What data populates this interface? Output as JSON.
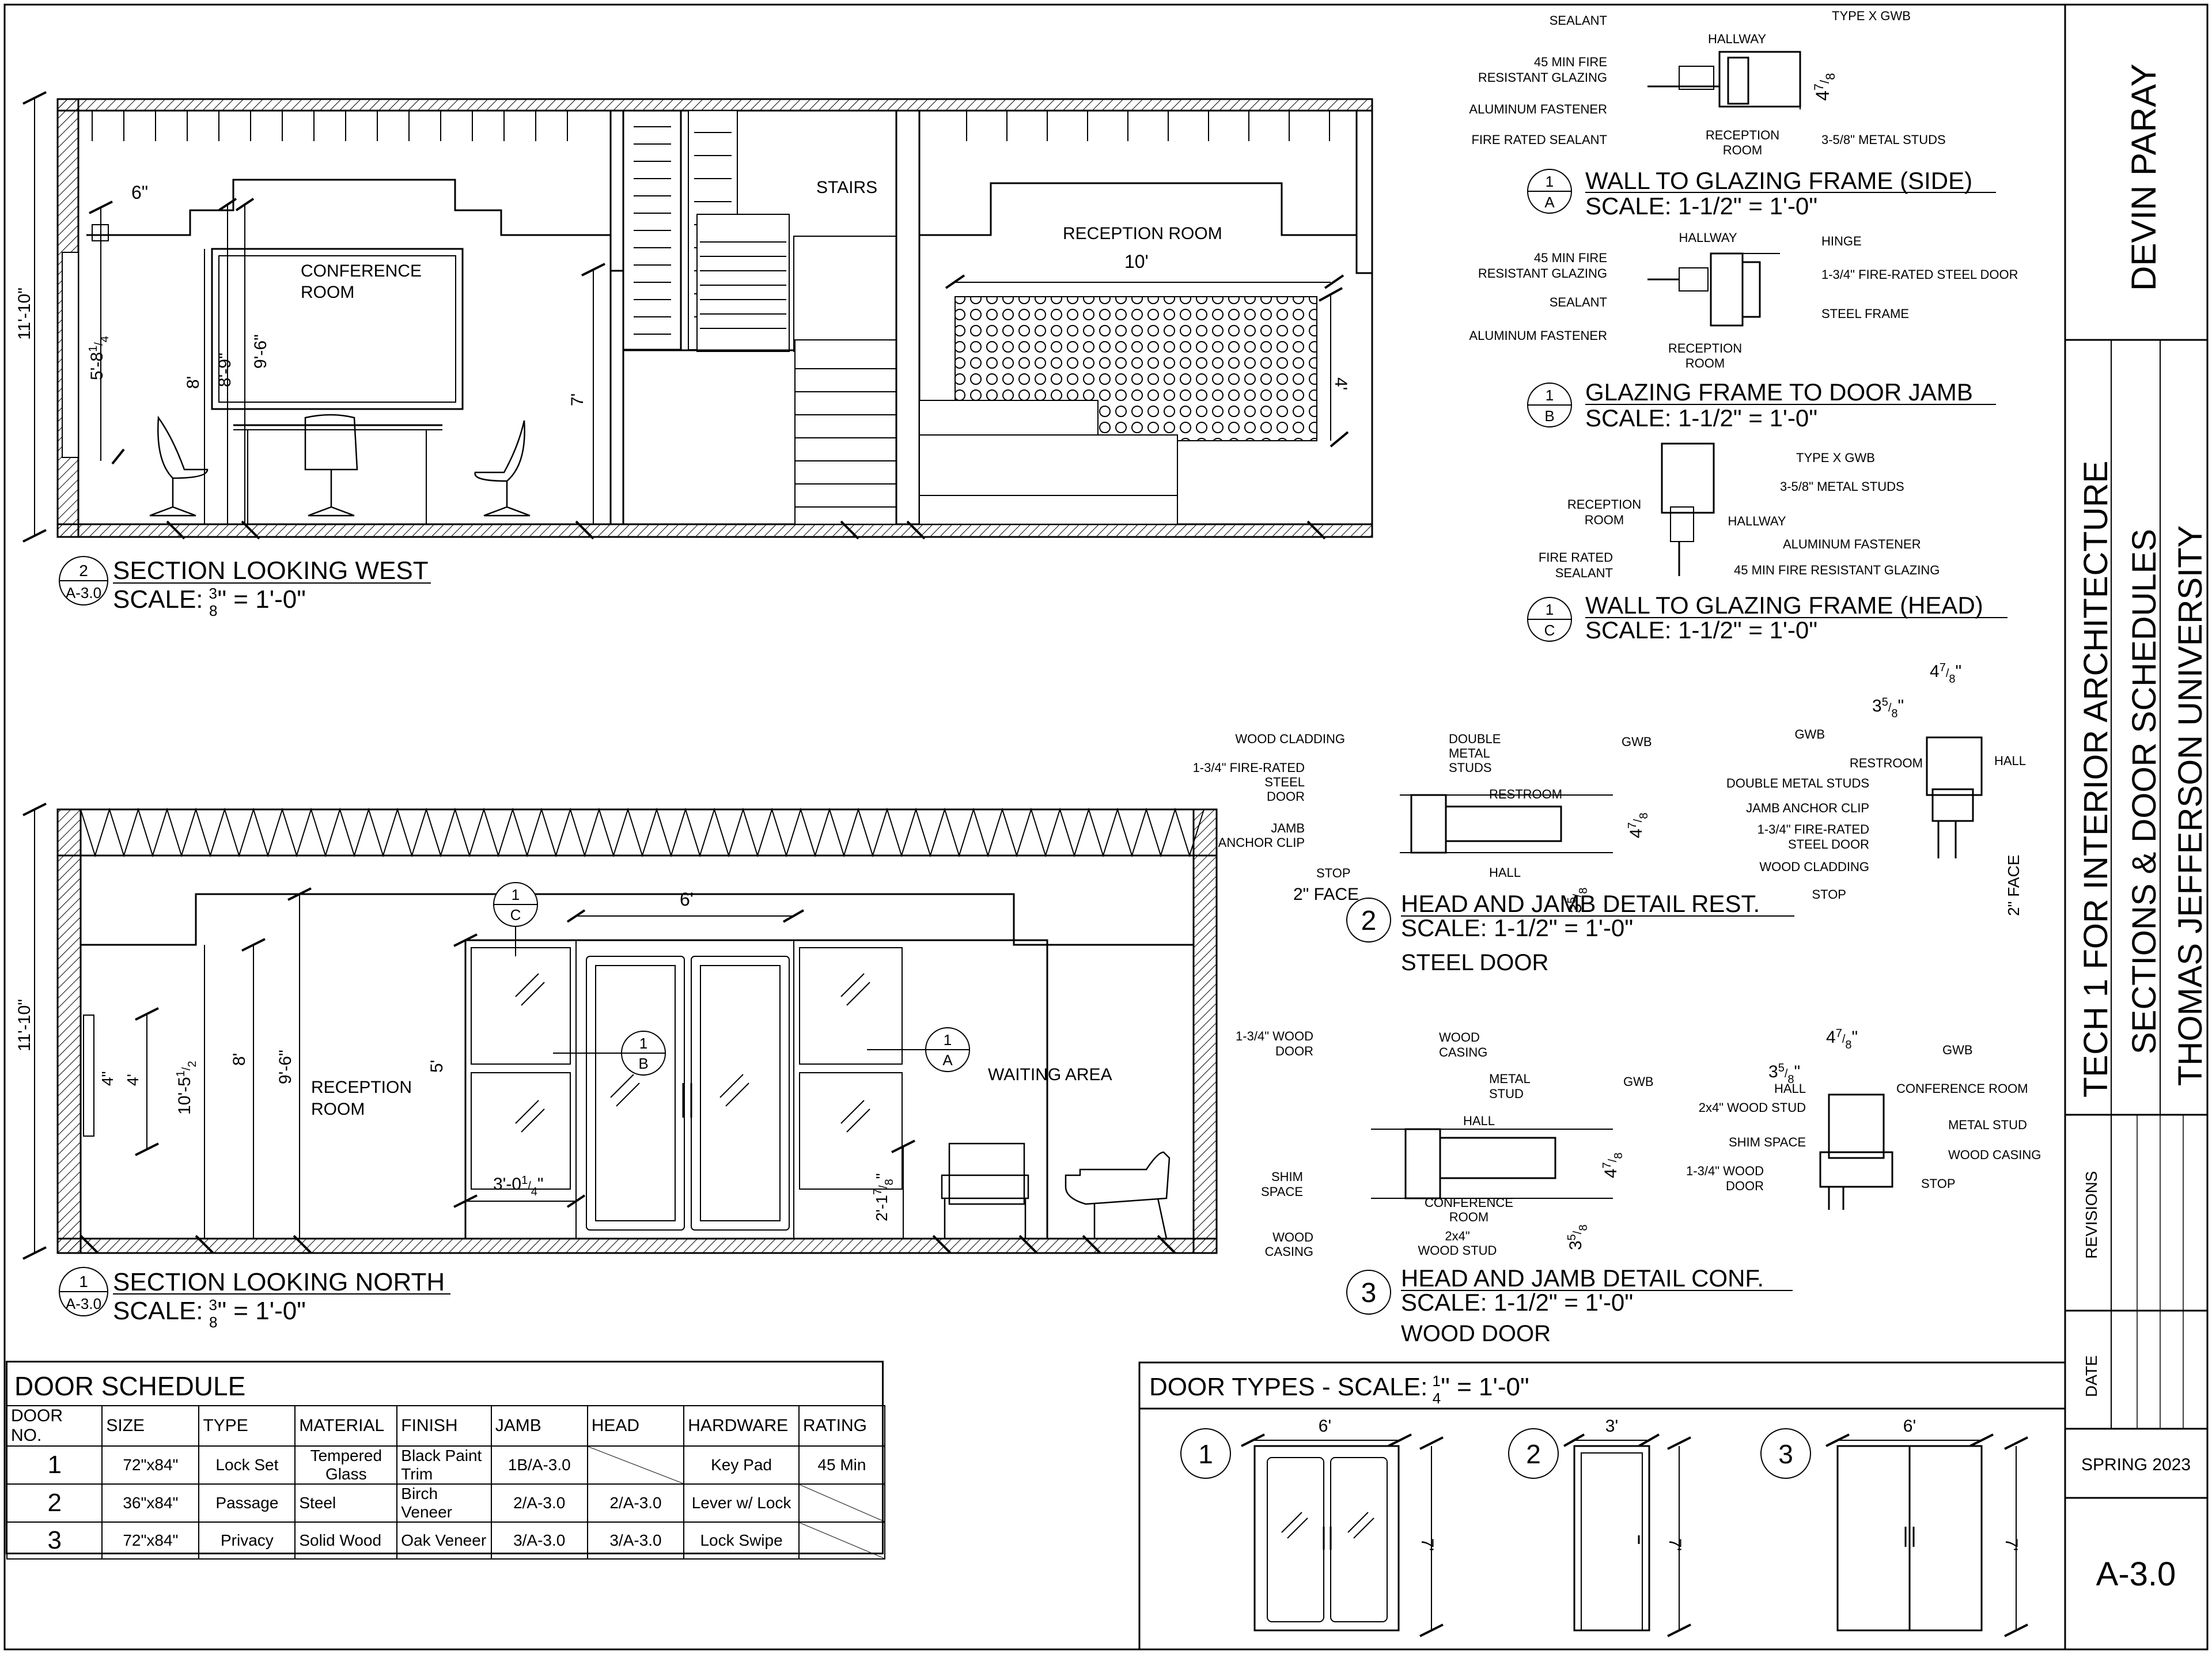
{
  "title_block": {
    "designer": "DEVIN PARAY",
    "course": "TECH 1 FOR INTERIOR ARCHITECTURE",
    "sheet_title": "SECTIONS & DOOR SCHEDULES",
    "school": "THOMAS JEFFERSON UNIVERSITY",
    "revisions_label": "REVISIONS",
    "date_label": "DATE",
    "term": "SPRING 2023",
    "sheet_number": "A-3.0"
  },
  "section_west": {
    "number": "2",
    "ref": "A-3.0",
    "title": "SECTION LOOKING WEST",
    "scale_prefix": "SCALE:",
    "scale_num": "3",
    "scale_den": "8",
    "scale_suffix": "\" = 1'-0\"",
    "rooms": [
      "CONFERENCE",
      "ROOM",
      "STAIRS",
      "RECEPTION ROOM"
    ],
    "dims": [
      "11'-10\"",
      "6\"",
      "5'-8",
      "1",
      "4",
      "8'",
      "8'-9\"",
      "9'-6\"",
      "7'",
      "10'",
      "4'"
    ]
  },
  "section_north": {
    "number": "1",
    "ref": "A-3.0",
    "title": "SECTION LOOKING NORTH",
    "scale_prefix": "SCALE:",
    "scale_num": "3",
    "scale_den": "8",
    "scale_suffix": "\" = 1'-0\"",
    "rooms": [
      "RECEPTION",
      "ROOM",
      "WAITING AREA"
    ],
    "dims": [
      "11'-10\"",
      "4\"",
      "4'",
      "10'-5",
      "1",
      "2",
      "8'",
      "9'-6\"",
      "5'",
      "6'",
      "3'-0",
      "1",
      "4",
      "\"",
      "2'-1",
      "7",
      "8",
      "\""
    ],
    "callouts": [
      {
        "num": "1",
        "letter": "C"
      },
      {
        "num": "1",
        "letter": "B"
      },
      {
        "num": "1",
        "letter": "A"
      }
    ]
  },
  "details": {
    "a": {
      "num": "1",
      "letter": "A",
      "title": "WALL TO GLAZING FRAME (SIDE)",
      "scale": "SCALE: 1-1/2\" = 1'-0\"",
      "labels": [
        "SEALANT",
        "HALLWAY",
        "TYPE X GWB",
        "45 MIN FIRE",
        "RESISTANT GLAZING",
        "ALUMINUM FASTENER",
        "FIRE RATED SEALANT",
        "RECEPTION",
        "ROOM",
        "3-5/8\" METAL STUDS",
        "4",
        "7",
        "8"
      ]
    },
    "b": {
      "num": "1",
      "letter": "B",
      "title": "GLAZING FRAME TO DOOR JAMB",
      "scale": "SCALE: 1-1/2\" = 1'-0\"",
      "labels": [
        "HALLWAY",
        "HINGE",
        "45 MIN FIRE",
        "RESISTANT GLAZING",
        "1-3/4\" FIRE-RATED STEEL DOOR",
        "SEALANT",
        "STEEL FRAME",
        "ALUMINUM FASTENER",
        "RECEPTION",
        "ROOM"
      ]
    },
    "c": {
      "num": "1",
      "letter": "C",
      "title": "WALL TO GLAZING FRAME (HEAD)",
      "scale": "SCALE: 1-1/2\" = 1'-0\"",
      "labels": [
        "TYPE X GWB",
        "3-5/8\" METAL STUDS",
        "RECEPTION",
        "ROOM",
        "HALLWAY",
        "ALUMINUM FASTENER",
        "FIRE RATED",
        "SEALANT",
        "45 MIN FIRE RESISTANT GLAZING"
      ]
    },
    "d2": {
      "num": "2",
      "title": "HEAD AND JAMB DETAIL REST.",
      "scale": "SCALE: 1-1/2\" = 1'-0\"",
      "subtitle": "STEEL DOOR",
      "labels": [
        "WOOD CLADDING",
        "1-3/4\" FIRE-RATED",
        "STEEL",
        "DOOR",
        "JAMB",
        "ANCHOR CLIP",
        "STOP",
        "DOUBLE",
        "METAL",
        "STUDS",
        "GWB",
        "RESTROOM",
        "HALL",
        "2\" FACE",
        "4",
        "7",
        "8",
        "3",
        "5",
        "8"
      ],
      "labels_right": [
        "GWB",
        "RESTROOM",
        "HALL",
        "DOUBLE METAL STUDS",
        "JAMB ANCHOR CLIP",
        "1-3/4\" FIRE-RATED",
        "STEEL DOOR",
        "WOOD CLADDING",
        "STOP",
        "2\" FACE"
      ]
    },
    "d3": {
      "num": "3",
      "title": "HEAD AND JAMB DETAIL CONF.",
      "scale": "SCALE: 1-1/2\" = 1'-0\"",
      "subtitle": "WOOD DOOR",
      "labels": [
        "1-3/4\" WOOD",
        "DOOR",
        "WOOD",
        "CASING",
        "METAL",
        "STUD",
        "GWB",
        "HALL",
        "SHIM",
        "SPACE",
        "CONFERENCE",
        "ROOM",
        "2x4\"",
        "WOOD STUD",
        "WOOD",
        "CASING"
      ],
      "labels_right": [
        "GWB",
        "HALL",
        "CONFERENCE ROOM",
        "2x4\" WOOD STUD",
        "METAL STUD",
        "SHIM SPACE",
        "WOOD CASING",
        "1-3/4\" WOOD",
        "DOOR",
        "STOP"
      ]
    }
  },
  "door_schedule": {
    "title": "DOOR SCHEDULE",
    "headers": [
      "DOOR NO.",
      "SIZE",
      "TYPE",
      "MATERIAL",
      "FINISH",
      "JAMB",
      "HEAD",
      "HARDWARE",
      "RATING"
    ],
    "rows": [
      {
        "no": "1",
        "size": "72\"x84\"",
        "type": "Lock Set",
        "material": "Tempered Glass",
        "finish": "Black Paint Trim",
        "jamb": "1B/A-3.0",
        "head": "",
        "hardware": "Key Pad",
        "rating": "45 Min"
      },
      {
        "no": "2",
        "size": "36\"x84\"",
        "type": "Passage",
        "material": "Steel",
        "finish": "Birch Veneer",
        "jamb": "2/A-3.0",
        "head": "2/A-3.0",
        "hardware": "Lever w/ Lock",
        "rating": ""
      },
      {
        "no": "3",
        "size": "72\"x84\"",
        "type": "Privacy",
        "material": "Solid Wood",
        "finish": "Oak Veneer",
        "jamb": "3/A-3.0",
        "head": "3/A-3.0",
        "hardware": "Lock Swipe",
        "rating": ""
      }
    ]
  },
  "door_types": {
    "title_prefix": "DOOR TYPES - SCALE:",
    "scale_num": "1",
    "scale_den": "4",
    "scale_suffix": "\" = 1'-0\"",
    "types": [
      {
        "num": "1",
        "width": "6'",
        "height": "7'"
      },
      {
        "num": "2",
        "width": "3'",
        "height": "7'"
      },
      {
        "num": "3",
        "width": "6'",
        "height": "7'"
      }
    ]
  }
}
